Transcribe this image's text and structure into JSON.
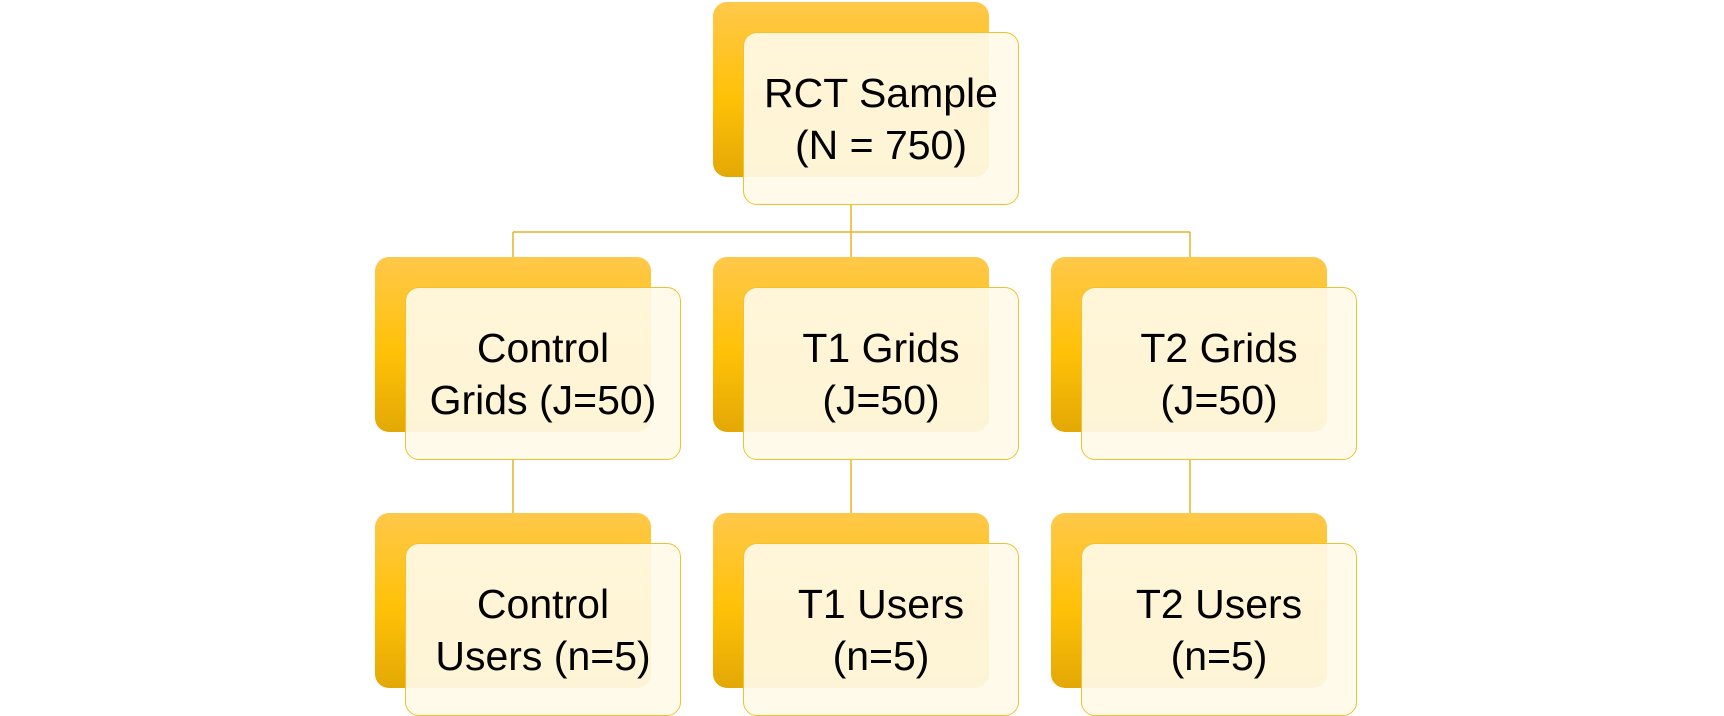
{
  "diagram": {
    "root": {
      "label": "RCT Sample\n(N = 750)"
    },
    "arms": [
      {
        "grid_label": "Control\nGrids (J=50)",
        "users_label": "Control\nUsers (n=5)"
      },
      {
        "grid_label": "T1 Grids\n(J=50)",
        "users_label": "T1 Users\n(n=5)"
      },
      {
        "grid_label": "T2 Grids\n(J=50)",
        "users_label": "T2 Users\n(n=5)"
      }
    ]
  },
  "colors": {
    "box_gradient_top": "#ffc84a",
    "box_gradient_mid": "#ffc107",
    "box_gradient_bottom": "#e3a805",
    "front_fill": "#fffae8",
    "connector": "#e6b422"
  }
}
